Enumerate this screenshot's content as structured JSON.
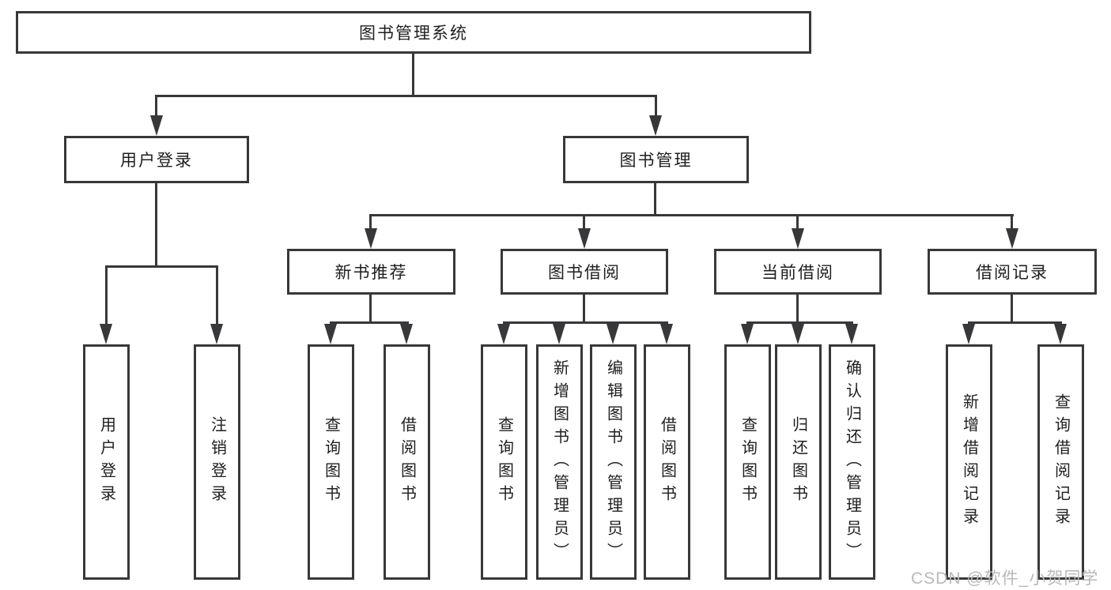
{
  "tree": {
    "label": "图书管理系统",
    "children": [
      {
        "label": "用户登录",
        "children": [
          {
            "label": "用户登录"
          },
          {
            "label": "注销登录"
          }
        ]
      },
      {
        "label": "图书管理",
        "children": [
          {
            "label": "新书推荐",
            "children": [
              {
                "label": "查询图书"
              },
              {
                "label": "借阅图书"
              }
            ]
          },
          {
            "label": "图书借阅",
            "children": [
              {
                "label": "查询图书"
              },
              {
                "label": "新增图书（管理员）"
              },
              {
                "label": "编辑图书（管理员）"
              },
              {
                "label": "借阅图书"
              }
            ]
          },
          {
            "label": "当前借阅",
            "children": [
              {
                "label": "查询图书"
              },
              {
                "label": "归还图书"
              },
              {
                "label": "确认归还（管理员）"
              }
            ]
          },
          {
            "label": "借阅记录",
            "children": [
              {
                "label": "新增借阅记录"
              },
              {
                "label": "查询借阅记录"
              }
            ]
          }
        ]
      }
    ]
  },
  "watermark": {
    "text": "CSDN @软件_小贺同学"
  },
  "colors": {
    "line": "#38383a",
    "text": "#1e1e1e",
    "background": "#ffffff",
    "watermark": "#b9b9b9"
  }
}
